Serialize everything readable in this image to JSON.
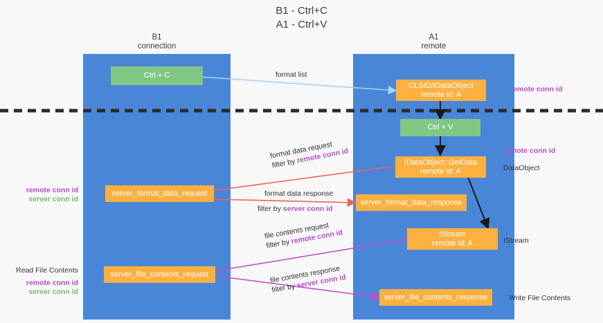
{
  "title": "B1 - Ctrl+C\nA1 - Ctrl+V",
  "colors": {
    "lane": "#4a86d8",
    "green_node": "#81c784",
    "orange_node": "#fbb040",
    "remote_conn_id": "#b44fc6",
    "server_conn_id": "#74bb72",
    "divider": "#2b2b2b",
    "arrow_format_list": "#a8d2f0",
    "arrow_red": "#f0615c",
    "arrow_magenta": "#c44ec4",
    "arrow_black": "#1a1a1a"
  },
  "columns": [
    {
      "id": "b1",
      "heading": "B1\nconnection"
    },
    {
      "id": "a1",
      "heading": "A1\nremote"
    }
  ],
  "nodes": [
    {
      "id": "ctrl-c",
      "label": "Ctrl + C",
      "style": "green"
    },
    {
      "id": "idataobject",
      "label": "CLSID/IDataObject\nremote id: A",
      "style": "orange"
    },
    {
      "id": "ctrl-v",
      "label": "Ctrl + V",
      "style": "green"
    },
    {
      "id": "getdata",
      "label": "IDataObject::GetData\nremote id: A",
      "style": "orange"
    },
    {
      "id": "server-format-data-request",
      "label": "server_format_data_request",
      "style": "orange"
    },
    {
      "id": "server-format-data-response",
      "label": "server_format_data_response",
      "style": "orange"
    },
    {
      "id": "istream",
      "label": "IStream\nremote id: A",
      "style": "orange"
    },
    {
      "id": "server-file-contents-request",
      "label": "server_file_contents_request",
      "style": "orange"
    },
    {
      "id": "server-file-contents-response",
      "label": "server_file_contents_response",
      "style": "orange"
    }
  ],
  "edge_labels": {
    "format_list": "format list",
    "format_data_request": "format data request",
    "format_data_request_filter_prefix": "filter by ",
    "format_data_request_filter_key": "remote conn id",
    "format_data_response": "format data response",
    "format_data_response_filter_prefix": "filter by ",
    "format_data_response_filter_key": "server conn id",
    "file_contents_request": "file contents request",
    "file_contents_request_filter_prefix": "filter by ",
    "file_contents_request_filter_key": "remote conn id",
    "file_contents_response": "file contents response",
    "file_contents_response_filter_prefix": "filter by ",
    "file_contents_response_filter_key": "server conn id"
  },
  "side_labels": {
    "right_remote_conn_id_top": "remote conn id",
    "right_remote_conn_id_mid": "remote conn id",
    "right_dataobject": "DataObject",
    "right_istream": "IStream",
    "right_write_file_contents": "Write File Contents",
    "left_remote_conn_id_mid": "remote conn id",
    "left_server_conn_id_mid": "server conn id",
    "left_read_file_contents": "Read File Contents",
    "left_remote_conn_id_bottom": "remote conn id",
    "left_server_conn_id_bottom": "server conn id"
  }
}
